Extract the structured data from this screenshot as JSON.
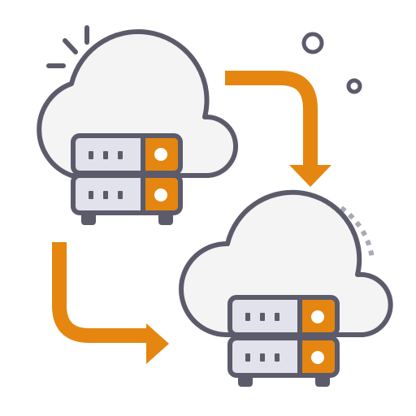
{
  "illustration": {
    "subject": "cloud-server-sync-icon",
    "elements": {
      "clouds": 2,
      "servers_per_cloud": 1,
      "server_units_per_server": 2,
      "arrows": 2
    },
    "colors": {
      "outline": "#5b5b6b",
      "cloud_fill": "#f4f4f5",
      "server_fill": "#e2e2ec",
      "accent": "#e58610",
      "led": "#ffffff",
      "dots": "#a9a9b6"
    },
    "icons": [
      "cloud-icon",
      "server-icon",
      "sync-arrow-icon",
      "sparkle-icon",
      "ring-icon"
    ]
  }
}
